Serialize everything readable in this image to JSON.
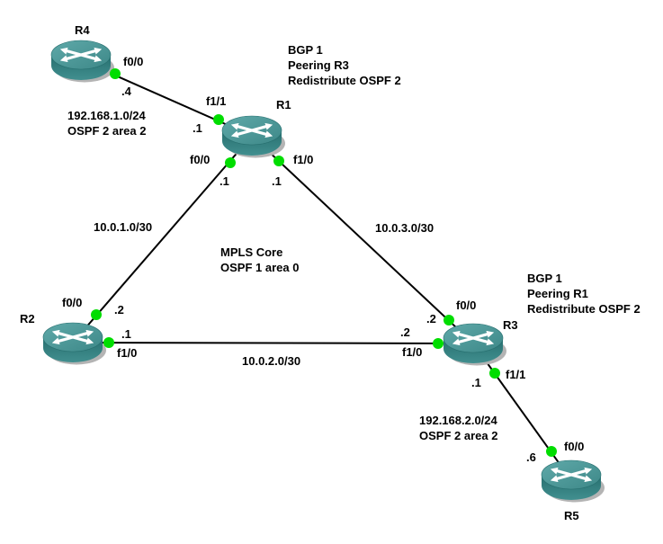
{
  "colors": {
    "background": "#ffffff",
    "link": "#000000",
    "status_dot": "#00dd00",
    "router_top": "#4f9a9a",
    "router_side": "#2e7d7d",
    "text": "#000000"
  },
  "routers": {
    "r1": {
      "name": "R1"
    },
    "r2": {
      "name": "R2"
    },
    "r3": {
      "name": "R3"
    },
    "r4": {
      "name": "R4"
    },
    "r5": {
      "name": "R5"
    }
  },
  "interfaces": {
    "r4_f00": {
      "label": "f0/0",
      "ip": ".4"
    },
    "r1_f11": {
      "label": "f1/1",
      "ip": ".1"
    },
    "r1_f00": {
      "label": "f0/0",
      "ip": ".1"
    },
    "r1_f10": {
      "label": "f1/0",
      "ip": ".1"
    },
    "r2_f00": {
      "label": "f0/0",
      "ip": ".2"
    },
    "r2_f10": {
      "label": "f1/0",
      "ip": ".1"
    },
    "r3_f00": {
      "label": "f0/0",
      "ip": ".2"
    },
    "r3_f10": {
      "label": "f1/0",
      "ip": ".2"
    },
    "r3_f11": {
      "label": "f1/1",
      "ip": ".1"
    },
    "r5_f00": {
      "label": "f0/0",
      "ip": ".6"
    }
  },
  "networks": {
    "r4_r1": {
      "line1": "192.168.1.0/24",
      "line2": "OSPF 2 area 2"
    },
    "r1_r2": {
      "label": "10.0.1.0/30"
    },
    "r1_r3": {
      "label": "10.0.3.0/30"
    },
    "r2_r3": {
      "label": "10.0.2.0/30"
    },
    "r3_r5": {
      "line1": "192.168.2.0/24",
      "line2": "OSPF 2 area 2"
    }
  },
  "annotations": {
    "r1_bgp": {
      "line1": "BGP 1",
      "line2": "Peering R3",
      "line3": "Redistribute OSPF 2"
    },
    "r3_bgp": {
      "line1": "BGP 1",
      "line2": "Peering R1",
      "line3": "Redistribute OSPF 2"
    },
    "core": {
      "line1": "MPLS Core",
      "line2": "OSPF 1 area 0"
    }
  }
}
